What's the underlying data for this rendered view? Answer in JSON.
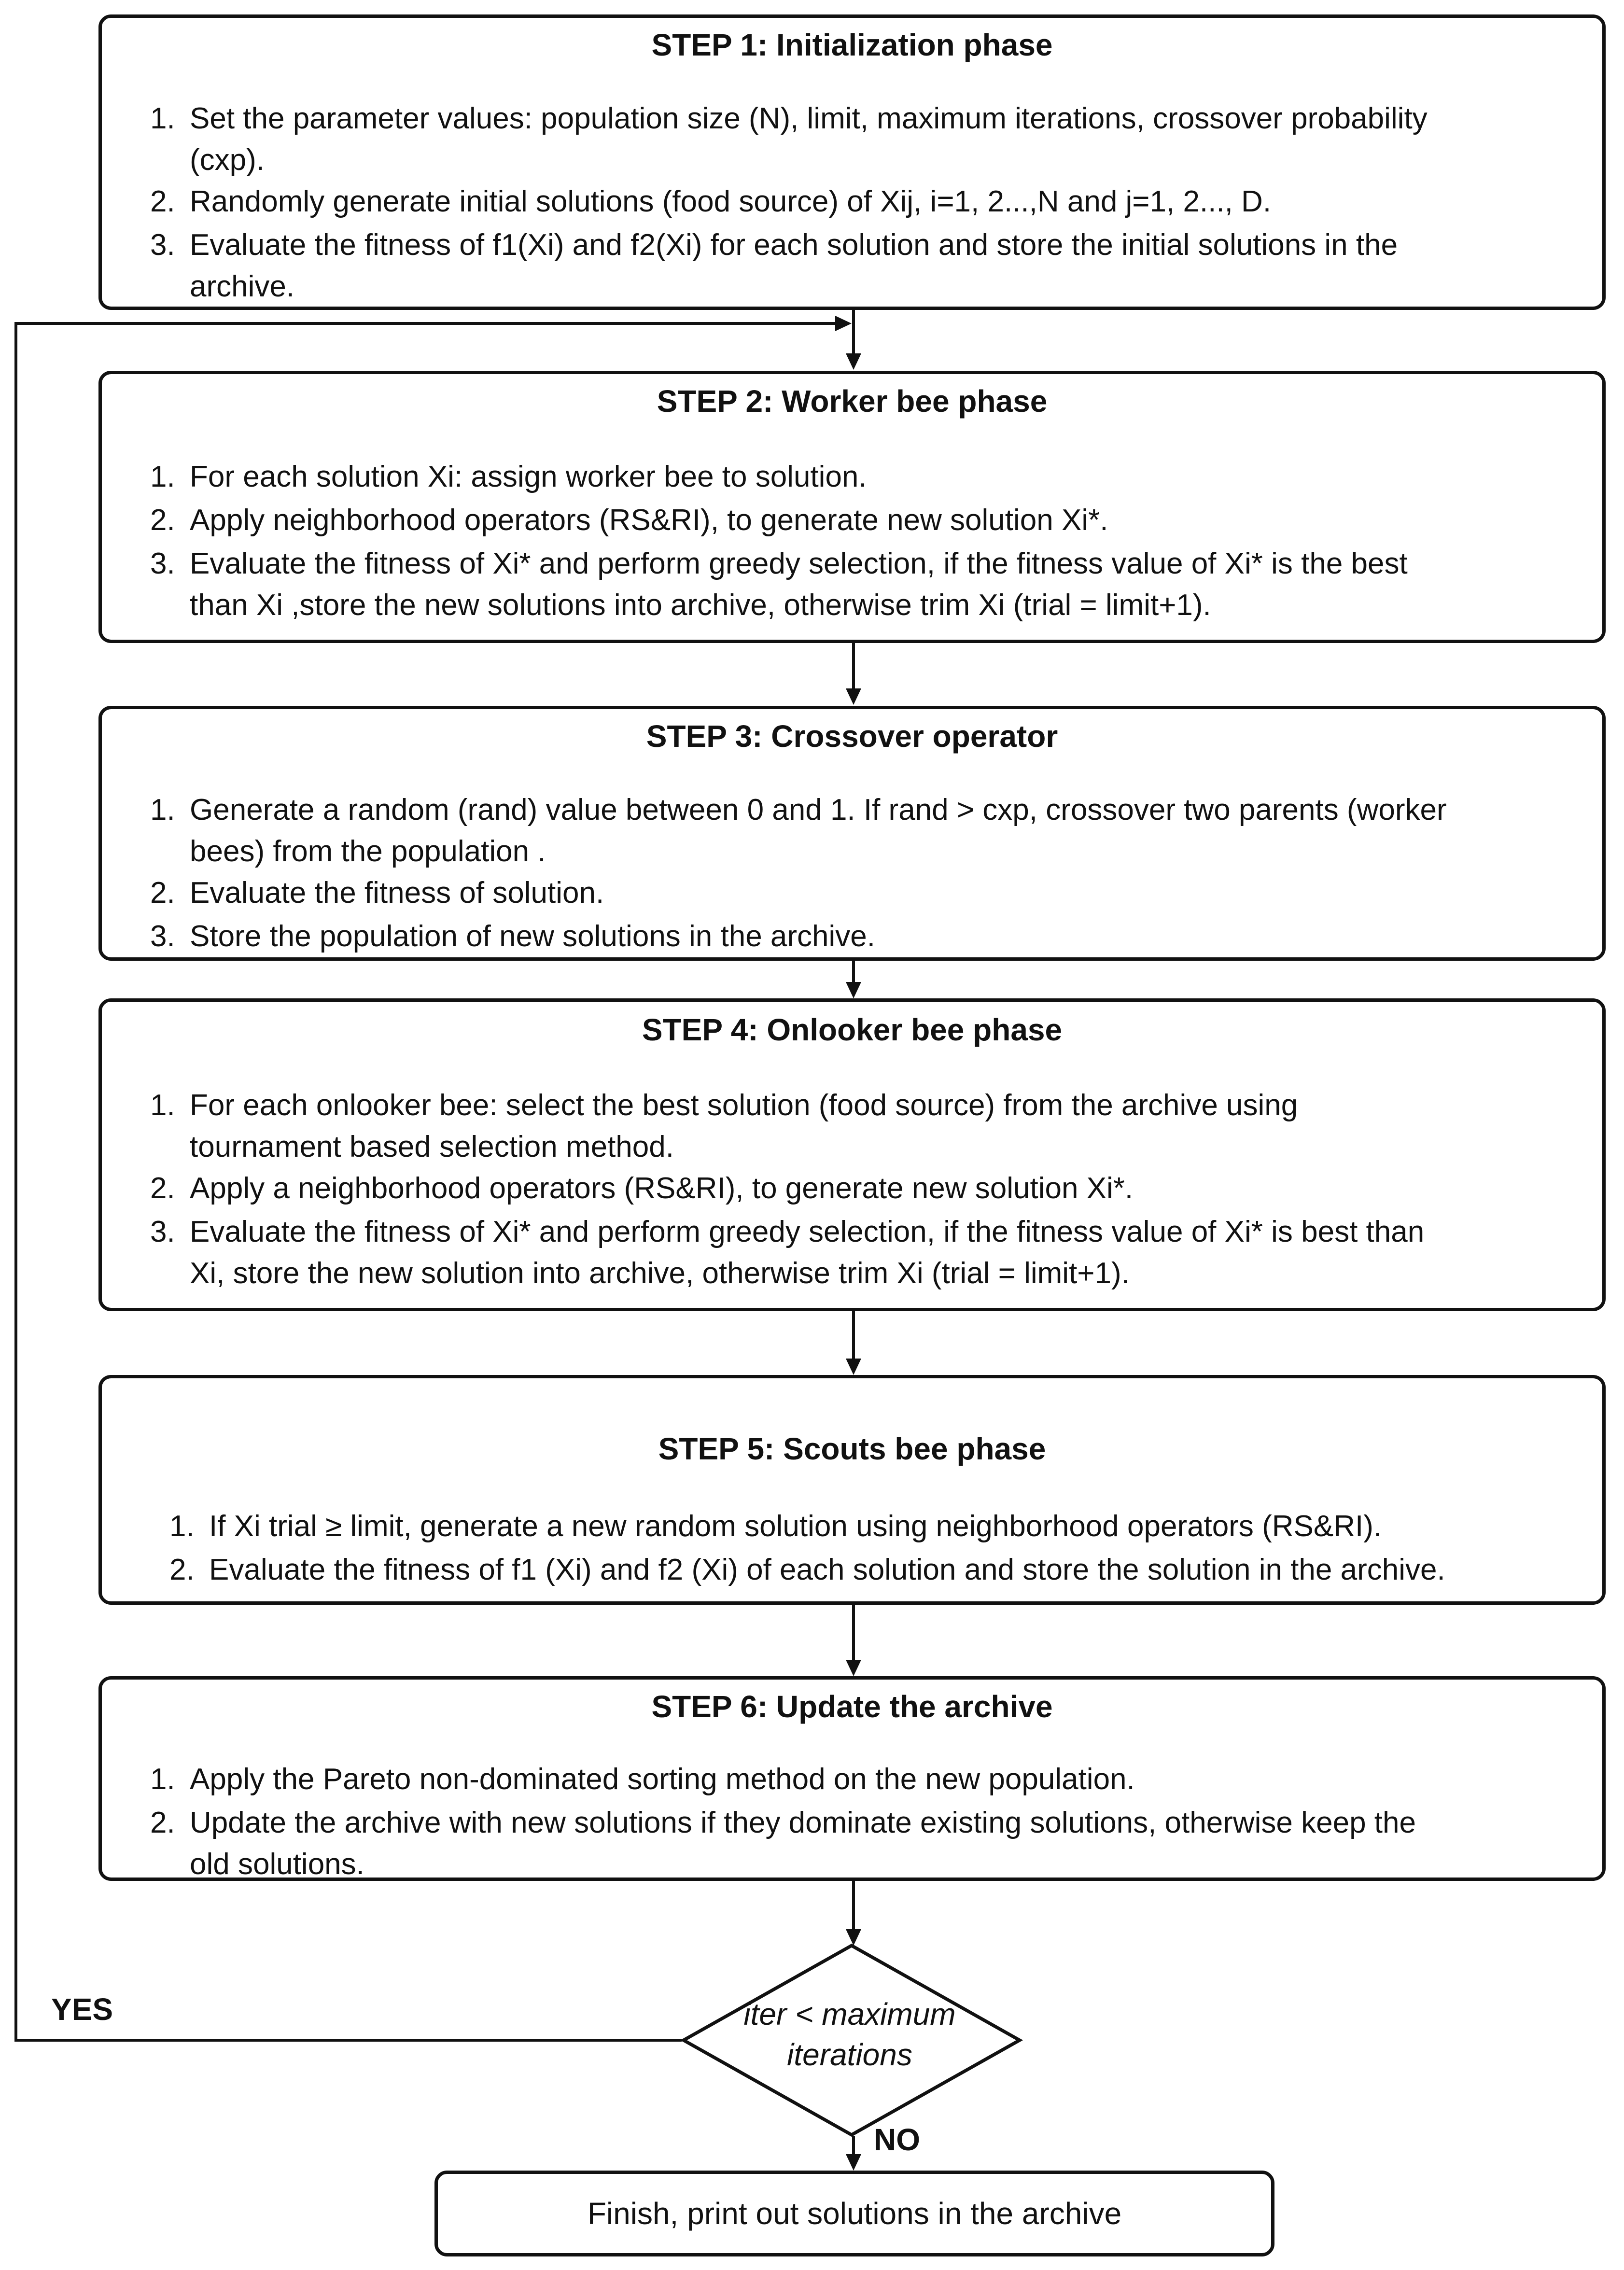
{
  "steps": [
    {
      "title": "STEP 1: Initialization phase",
      "items": [
        {
          "n": "1.",
          "text": "Set the parameter values: population size (N), limit, maximum iterations, crossover probability",
          "cont": "(cxp)."
        },
        {
          "n": "2.",
          "text": "Randomly generate initial solutions (food source) of Xij, i=1, 2...,N and j=1, 2..., D."
        },
        {
          "n": "3.",
          "text": "Evaluate the fitness of f1(Xi) and f2(Xi) for each solution and store the initial solutions in the",
          "cont": "archive."
        }
      ]
    },
    {
      "title": "STEP 2: Worker bee phase",
      "items": [
        {
          "n": "1.",
          "text": "For each solution Xi: assign  worker bee to solution."
        },
        {
          "n": "2.",
          "text": "Apply neighborhood operators (RS&RI), to generate new solution Xi*."
        },
        {
          "n": "3.",
          "text": "Evaluate the fitness of Xi* and perform greedy selection, if the fitness value of  Xi* is the best",
          "cont": "than Xi ,store the new solutions into archive, otherwise trim Xi (trial = limit+1)."
        }
      ]
    },
    {
      "title": "STEP 3:  Crossover operator",
      "items": [
        {
          "n": "1.",
          "text": "Generate a random (rand) value between 0 and 1. If rand > cxp, crossover two parents (worker",
          "cont": "bees) from the population ."
        },
        {
          "n": "2.",
          "text": "Evaluate the fitness of solution."
        },
        {
          "n": "3.",
          "text": "Store the population of new solutions in the archive."
        }
      ]
    },
    {
      "title": "STEP 4:  Onlooker bee phase",
      "items": [
        {
          "n": "1.",
          "text": " For each onlooker bee: select the best solution (food source) from the archive using",
          "cont": "tournament based selection method."
        },
        {
          "n": "2.",
          "text": "Apply a neighborhood operators (RS&RI), to generate new solution Xi*."
        },
        {
          "n": "3.",
          "text": "Evaluate the fitness of Xi* and perform greedy selection, if the fitness value of Xi* is best than",
          "cont": "Xi, store the new solution into archive, otherwise trim Xi (trial = limit+1)."
        }
      ]
    },
    {
      "title": "STEP 5:  Scouts bee phase",
      "items": [
        {
          "n": "1.",
          "text": "If Xi trial ≥ limit, generate a new random solution using neighborhood operators (RS&RI)."
        },
        {
          "n": "2.",
          "text": "Evaluate the fitness of f1 (Xi) and f2 (Xi) of each solution and store the solution in the archive."
        }
      ]
    },
    {
      "title": "STEP 6: Update the archive",
      "items": [
        {
          "n": "1.",
          "text": "Apply the Pareto non-dominated sorting method on the new population."
        },
        {
          "n": "2.",
          "text": "Update the archive with new solutions if they dominate existing solutions, otherwise keep the",
          "cont": "old solutions."
        }
      ]
    }
  ],
  "decision": {
    "line1": "iter < maximum",
    "line2": "iterations"
  },
  "yes_label": "YES",
  "no_label": "NO",
  "finish": "Finish, print out solutions in the archive"
}
